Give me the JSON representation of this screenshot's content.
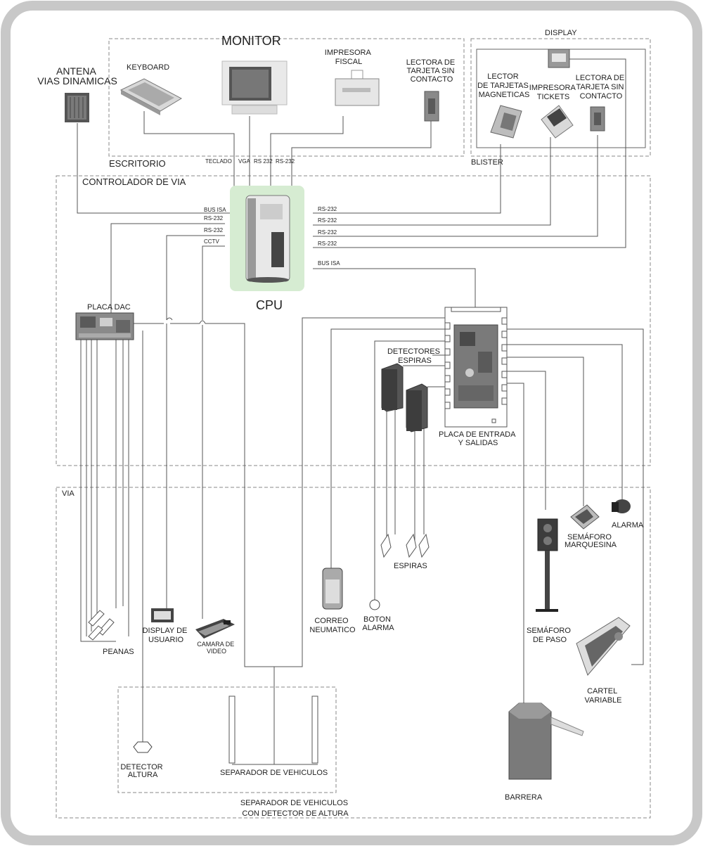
{
  "sections": {
    "escritorio": "ESCRITORIO",
    "blister": "BLISTER",
    "display": "DISPLAY",
    "controlador": "CONTROLADOR DE VIA",
    "via": "VIA",
    "separador_box": "SEPARADOR DE VEHICULOS CON DETECTOR DE ALTURA"
  },
  "devices": {
    "antena": "ANTENA VIAS DINAMICAS",
    "keyboard": "KEYBOARD",
    "monitor": "MONITOR",
    "impresora_fiscal": "IMPRESORA FISCAL",
    "lectora_escritorio": "LECTORA DE TARJETA SIN CONTACTO",
    "lector_magneticas": "LECTOR DE TARJETAS MAGNETICAS",
    "impresora_tickets": "IMPRESORA TICKETS",
    "lectora_blister": "LECTORA DE TARJETA SIN CONTACTO",
    "cpu": "CPU",
    "placa_dac": "PLACA DAC",
    "detectores_espiras": "DETECTORES ESPIRAS",
    "placa_io": "PLACA DE ENTRADA Y SALIDAS",
    "alarma": "ALARMA",
    "semaforo_marquesina": "SEMÁFORO MARQUESINA",
    "espiras": "ESPIRAS",
    "correo": "CORREO NEUMATICO",
    "boton": "BOTON ALARMA",
    "semaforo_paso": "SEMÁFORO DE PASO",
    "display_usuario": "DISPLAY DE USUARIO",
    "camara": "CAMARA DE VIDEO",
    "peanas": "PEANAS",
    "cartel": "CARTEL VARIABLE",
    "detector_altura": "DETECTOR ALTURA",
    "separador": "SEPARADOR DE VEHICULOS",
    "barrera": "BARRERA"
  },
  "links": {
    "teclado": "TECLADO",
    "vga": "VGA",
    "rs232_a": "RS 232",
    "rs232_b": "RS-232",
    "bus_isa_1": "BUS ISA",
    "rs232_l1": "RS-232",
    "rs232_l2": "RS-232",
    "cctv": "CCTV",
    "rs232_r1": "RS-232",
    "rs232_r2": "RS-232",
    "rs232_r3": "RS-232",
    "rs232_r4": "RS-232",
    "bus_isa_2": "BUS ISA"
  },
  "screen_text": "DISPLAY",
  "colors": {
    "frame": "#c8c8c8",
    "cpu_bg": "#d6ecd2",
    "wire": "#555555"
  }
}
